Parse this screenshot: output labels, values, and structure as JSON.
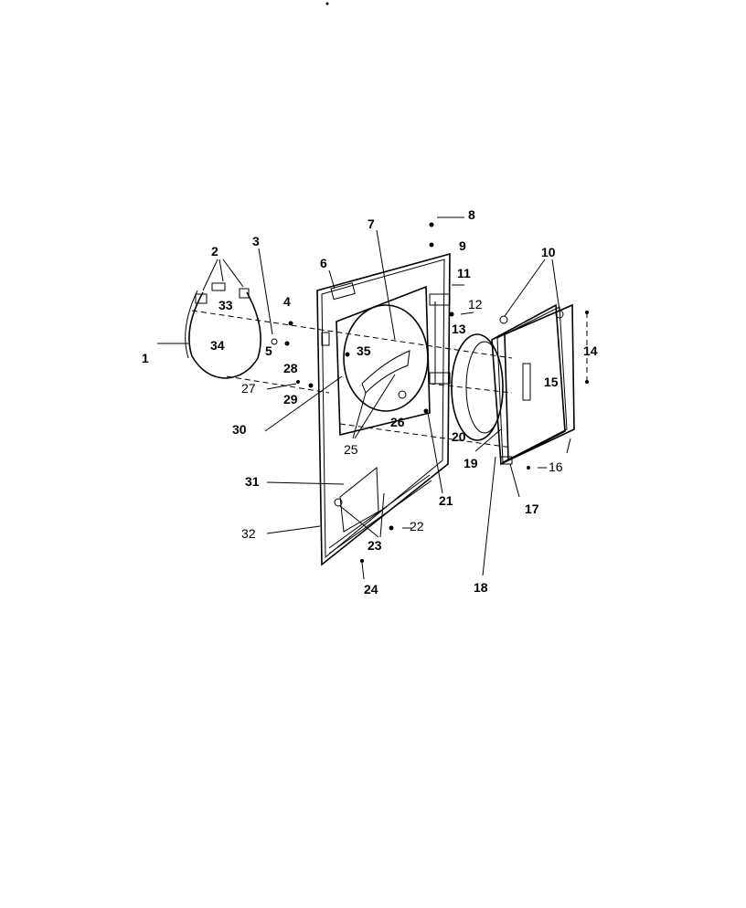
{
  "diagram": {
    "callouts": [
      "1",
      "2",
      "3",
      "4",
      "5",
      "6",
      "7",
      "8",
      "9",
      "10",
      "11",
      "12",
      "13",
      "14",
      "15",
      "16",
      "17",
      "18",
      "19",
      "20",
      "21",
      "22",
      "23",
      "24",
      "25",
      "26",
      "27",
      "28",
      "29",
      "30",
      "31",
      "32",
      "33",
      "34",
      "35"
    ]
  }
}
